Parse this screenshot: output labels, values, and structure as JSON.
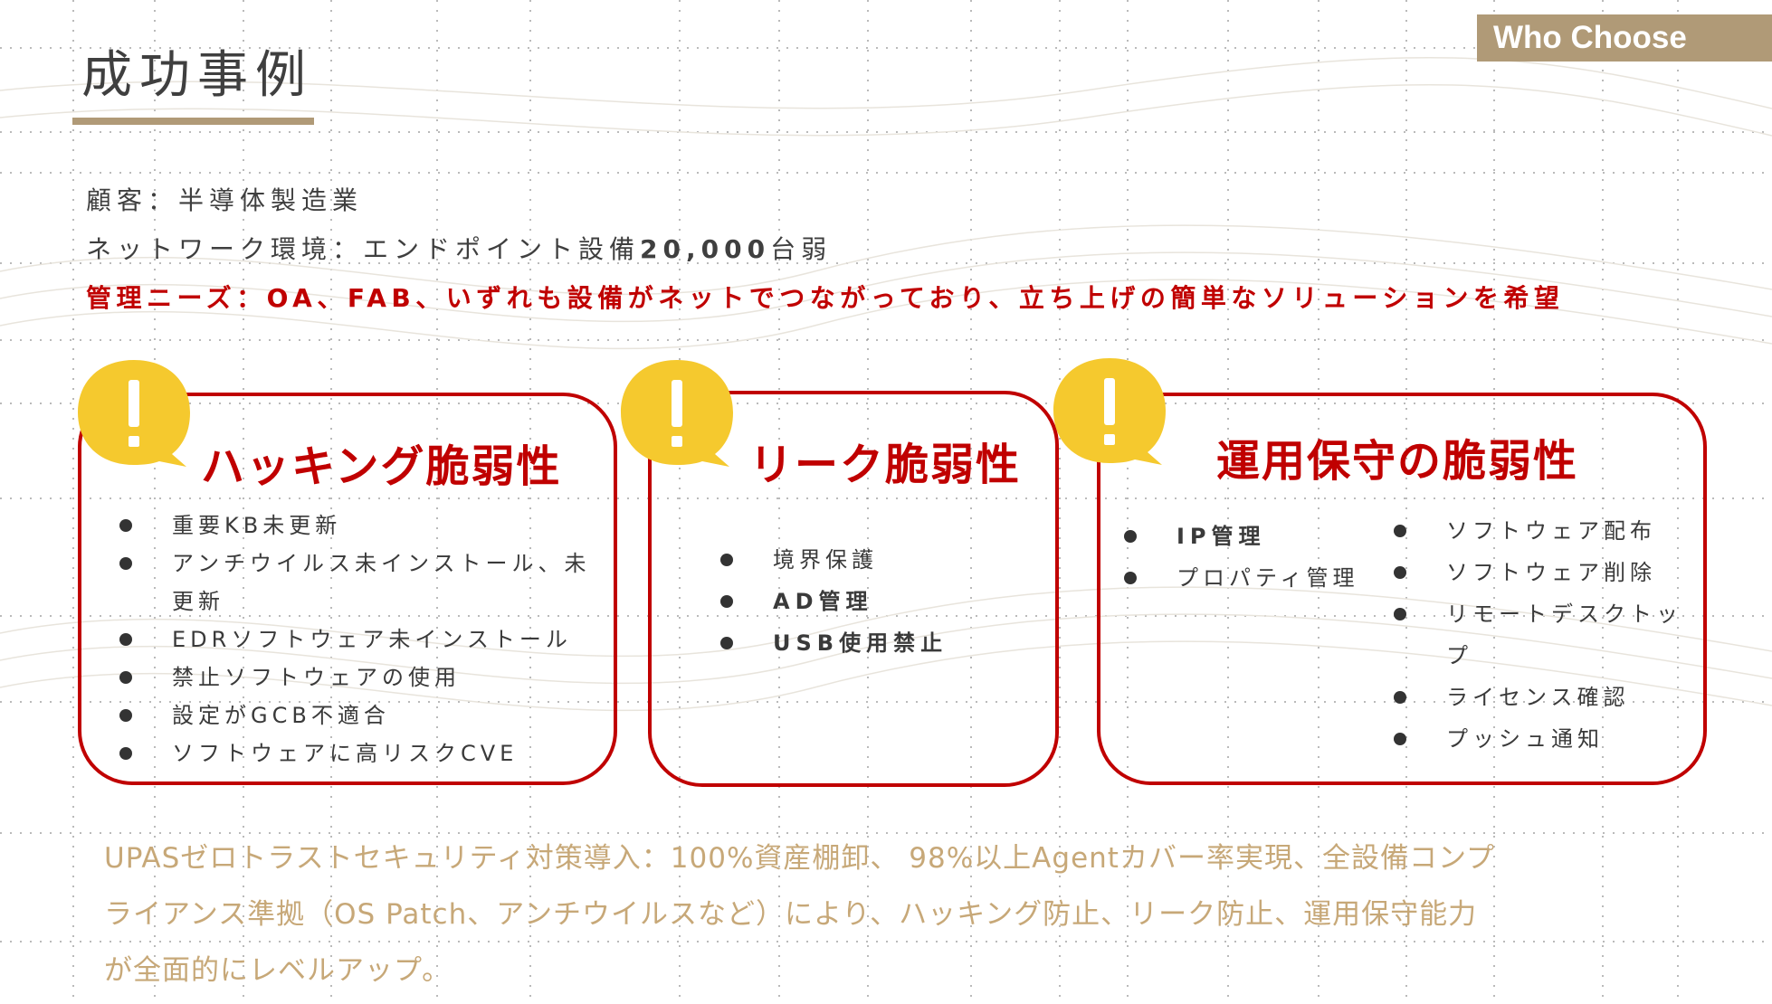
{
  "brand": {
    "tag": "Who Choose"
  },
  "header": {
    "title": "成功事例"
  },
  "info": {
    "customer": "顧客：半導体製造業",
    "network_prefix": "ネットワーク環境：エンドポイント設備",
    "network_count": "20,000",
    "network_suffix": "台弱",
    "needs": "管理ニーズ：OA、FAB、いずれも設備がネットでつながっており、立ち上げの簡単なソリューションを希望"
  },
  "cards": [
    {
      "title": "ハッキング脆弱性",
      "items": [
        "重要KB未更新",
        "アンチウイルス未インストール、未",
        "更新",
        "EDRソフトウェア未インストール",
        "禁止ソフトウェアの使用",
        "設定がGCB不適合",
        "ソフトウェアに高リスクCVE"
      ]
    },
    {
      "title": "リーク脆弱性",
      "items": [
        "境界保護",
        "AD管理",
        "USB使用禁止"
      ]
    },
    {
      "title": "運用保守の脆弱性",
      "items_left": [
        "IP管理",
        "プロパティ管理"
      ],
      "items_right": [
        "ソフトウェア配布",
        "ソフトウェア削除",
        "リモートデスクトッ",
        "プ",
        "ライセンス確認",
        "プッシュ通知"
      ]
    }
  ],
  "summary": {
    "line1": "UPASゼロトラストセキュリティ対策導入：100%資産棚卸、 98%以上Agentカバー率実現、全設備コンプ",
    "line2": "ライアンス準拠（OS Patch、アンチウイルスなど）により、ハッキング防止、リーク防止、運用保守能力",
    "line3": "が全面的にレベルアップ。"
  },
  "colors": {
    "accent_red": "#c00000",
    "gold": "#b09a77",
    "summary_gold": "#c7a878",
    "alert_yellow": "#f5c92e",
    "text_dark": "#3f3f3f"
  },
  "icons": {
    "alert": "exclamation-speech-bubble-icon"
  }
}
